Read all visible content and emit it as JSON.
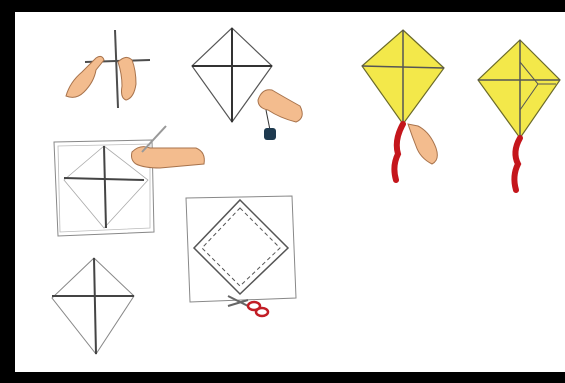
{
  "figure": {
    "border_color": "#000000",
    "background": "#ffffff",
    "steps": [
      {
        "id": "tie-sticks-cross",
        "icon": "hands-tying-cross-sticks"
      },
      {
        "id": "string-frame-outline",
        "icon": "kite-frame-with-string"
      },
      {
        "id": "frame-on-paper",
        "icon": "hand-marking-paper"
      },
      {
        "id": "cut-paper-with-margin",
        "icon": "scissors-cutting-paper"
      },
      {
        "id": "finished-frame",
        "icon": "diamond-stick-frame"
      }
    ],
    "kites": [
      {
        "id": "finished-kite-held",
        "icon": "yellow-kite-with-hand"
      },
      {
        "id": "finished-kite-bridle",
        "icon": "yellow-kite-with-bridle"
      }
    ]
  },
  "colors": {
    "kite_fill": "#f3e84a",
    "kite_outline": "#6b6a2a",
    "tail": "#c4161c",
    "skin": "#f3bc8e",
    "stick": "#4d4d4d",
    "paper_line": "#7a7a7a",
    "scissor_handle": "#c21d25"
  }
}
